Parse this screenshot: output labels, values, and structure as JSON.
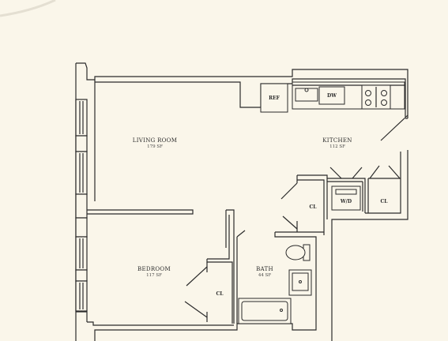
{
  "rooms": {
    "living": {
      "name": "LIVING ROOM",
      "area": "179 SF"
    },
    "kitchen": {
      "name": "KITCHEN",
      "area": "112 SF"
    },
    "bedroom": {
      "name": "BEDROOM",
      "area": "117 SF"
    },
    "bath": {
      "name": "BATH",
      "area": "44 SF"
    }
  },
  "fixtures": {
    "ref": "REF",
    "dw": "DW",
    "wd": "W/D",
    "closet": "CL"
  },
  "colors": {
    "background": "#faf6ea",
    "line": "#2b2b2b"
  }
}
